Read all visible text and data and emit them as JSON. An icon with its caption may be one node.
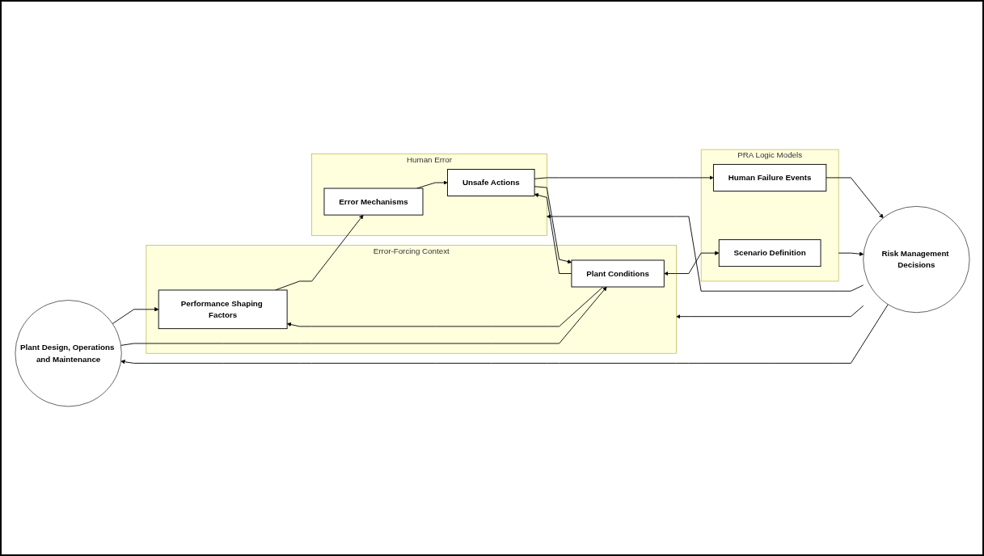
{
  "diagram": {
    "nodes": [
      {
        "text": [
          "Plant Design, Operations and Maintenance"
        ]
      },
      {
        "text": [
          "Error-Forcing Context"
        ]
      },
      {
        "text": [
          "Performance Shaping Factors"
        ],
        "in": 1
      },
      {
        "text": [
          "Plant Conditions"
        ],
        "in": 1
      },
      {
        "text": [
          "Human Error"
        ]
      },
      {
        "text": [
          "Error Mechanisms"
        ],
        "in": 4
      },
      {
        "text": [
          "Unsafe Actions"
        ],
        "in": 4
      },
      {
        "text": [
          "PRA Logic Models"
        ]
      },
      {
        "text": [
          "Human Failure Events"
        ],
        "in": 7
      },
      {
        "text": [
          "Scenario Definition"
        ],
        "in": 7
      },
      {
        "text": [
          "Risk Management Decisions"
        ]
      }
    ],
    "edges": [
      {
        "from": 0,
        "to": 2,
        "arrow": "to"
      },
      {
        "from": 2,
        "to": 5,
        "arrow": "to"
      },
      {
        "from": 5,
        "to": 6,
        "arrow": "to"
      },
      {
        "from": 6,
        "to": 8,
        "arrow": "to"
      },
      {
        "from": 8,
        "to": 10,
        "arrow": "to"
      },
      {
        "from": 0,
        "to": 3,
        "arrow": "to"
      },
      {
        "from": 3,
        "to": 2,
        "arrow": "to"
      },
      {
        "from": 6,
        "to": 3,
        "arrow": "to"
      },
      {
        "from": 3,
        "to": 6,
        "arrow": "to"
      },
      {
        "from": 3,
        "to": 9,
        "arrow": "both"
      },
      {
        "from": 7,
        "to": 10,
        "arrow": "to"
      },
      {
        "from": 10,
        "to": 1,
        "arrow": "to"
      },
      {
        "from": 10,
        "to": 4,
        "arrow": "to"
      },
      {
        "from": 10,
        "to": 0,
        "arrow": "to"
      }
    ]
  }
}
